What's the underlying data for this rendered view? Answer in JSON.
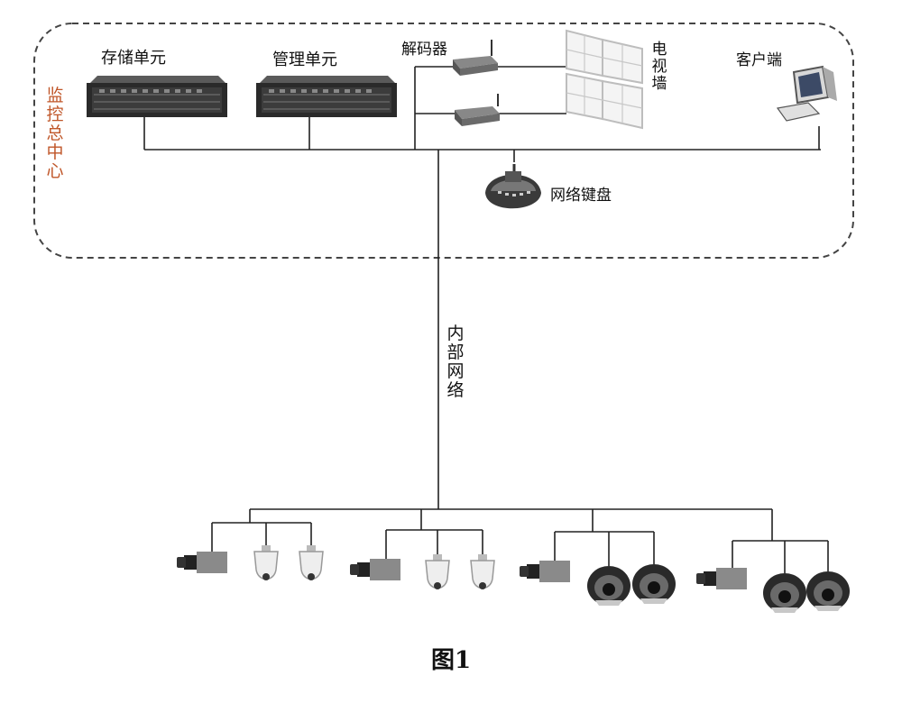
{
  "figure": {
    "caption": "图1",
    "center_label": "监控总中心",
    "network_label": "内部网络"
  },
  "devices": {
    "storage": "存储单元",
    "management": "管理单元",
    "decoder": "解码器",
    "tv_wall": "电视墙",
    "client": "客户端",
    "keyboard": "网络键盘"
  },
  "colors": {
    "center_label": "#c0572a",
    "line": "#222222",
    "frame": "#444444"
  }
}
